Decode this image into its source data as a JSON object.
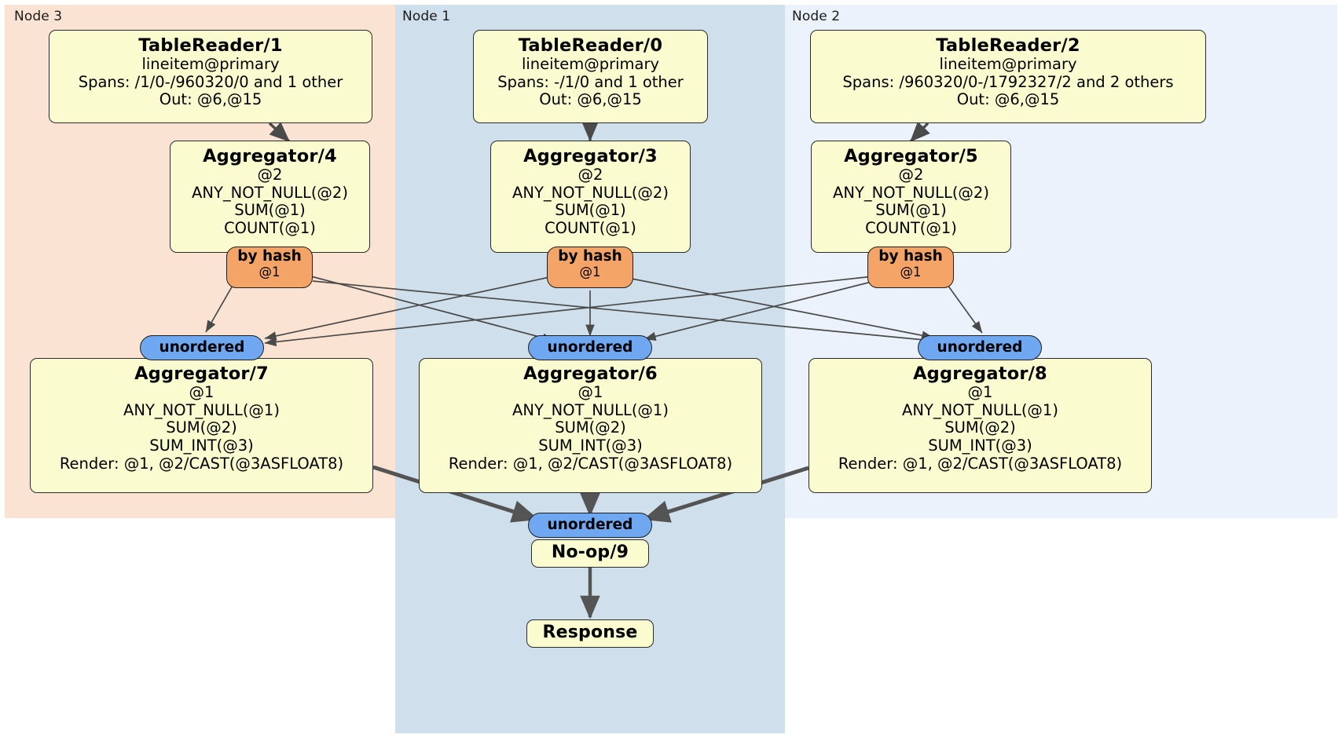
{
  "diagram": {
    "type": "distributed-query-plan",
    "colors": {
      "node3_panel": "#fbe3d4",
      "node1_panel": "#cfdfeb",
      "node2_panel": "#ecf2fb",
      "processor_fill": "#fbfbd0",
      "processor_stroke": "#2b2b2b",
      "hash_router": "#f5a468",
      "unordered_sync": "#6fa8f0",
      "edge": "#4a4a4a"
    }
  },
  "panels": [
    {
      "id": "node3",
      "label": "Node 3"
    },
    {
      "id": "node1",
      "label": "Node 1"
    },
    {
      "id": "node2",
      "label": "Node 2"
    }
  ],
  "processors": {
    "tablereader_1": {
      "title": "TableReader/1",
      "lines": [
        "lineitem@primary",
        "Spans: /1/0-/960320/0 and 1 other",
        "Out: @6,@15"
      ]
    },
    "tablereader_0": {
      "title": "TableReader/0",
      "lines": [
        "lineitem@primary",
        "Spans: -/1/0 and 1 other",
        "Out: @6,@15"
      ]
    },
    "tablereader_2": {
      "title": "TableReader/2",
      "lines": [
        "lineitem@primary",
        "Spans: /960320/0-/1792327/2 and 2 others",
        "Out: @6,@15"
      ]
    },
    "aggregator_4": {
      "title": "Aggregator/4",
      "lines": [
        "@2",
        "ANY_NOT_NULL(@2)",
        "SUM(@1)",
        "COUNT(@1)"
      ]
    },
    "aggregator_3": {
      "title": "Aggregator/3",
      "lines": [
        "@2",
        "ANY_NOT_NULL(@2)",
        "SUM(@1)",
        "COUNT(@1)"
      ]
    },
    "aggregator_5": {
      "title": "Aggregator/5",
      "lines": [
        "@2",
        "ANY_NOT_NULL(@2)",
        "SUM(@1)",
        "COUNT(@1)"
      ]
    },
    "aggregator_7": {
      "title": "Aggregator/7",
      "lines": [
        "@1",
        "ANY_NOT_NULL(@1)",
        "SUM(@2)",
        "SUM_INT(@3)",
        "Render: @1, @2/CAST(@3ASFLOAT8)"
      ]
    },
    "aggregator_6": {
      "title": "Aggregator/6",
      "lines": [
        "@1",
        "ANY_NOT_NULL(@1)",
        "SUM(@2)",
        "SUM_INT(@3)",
        "Render: @1, @2/CAST(@3ASFLOAT8)"
      ]
    },
    "aggregator_8": {
      "title": "Aggregator/8",
      "lines": [
        "@1",
        "ANY_NOT_NULL(@1)",
        "SUM(@2)",
        "SUM_INT(@3)",
        "Render: @1, @2/CAST(@3ASFLOAT8)"
      ]
    },
    "noop_9": {
      "title": "No-op/9",
      "lines": []
    },
    "response": {
      "title": "Response",
      "lines": []
    }
  },
  "routers": {
    "hash_left": {
      "type": "by hash",
      "column": "@1"
    },
    "hash_mid": {
      "type": "by hash",
      "column": "@1"
    },
    "hash_right": {
      "type": "by hash",
      "column": "@1"
    },
    "unordered_left": {
      "label": "unordered"
    },
    "unordered_mid": {
      "label": "unordered"
    },
    "unordered_right": {
      "label": "unordered"
    },
    "unordered_final": {
      "label": "unordered"
    }
  }
}
